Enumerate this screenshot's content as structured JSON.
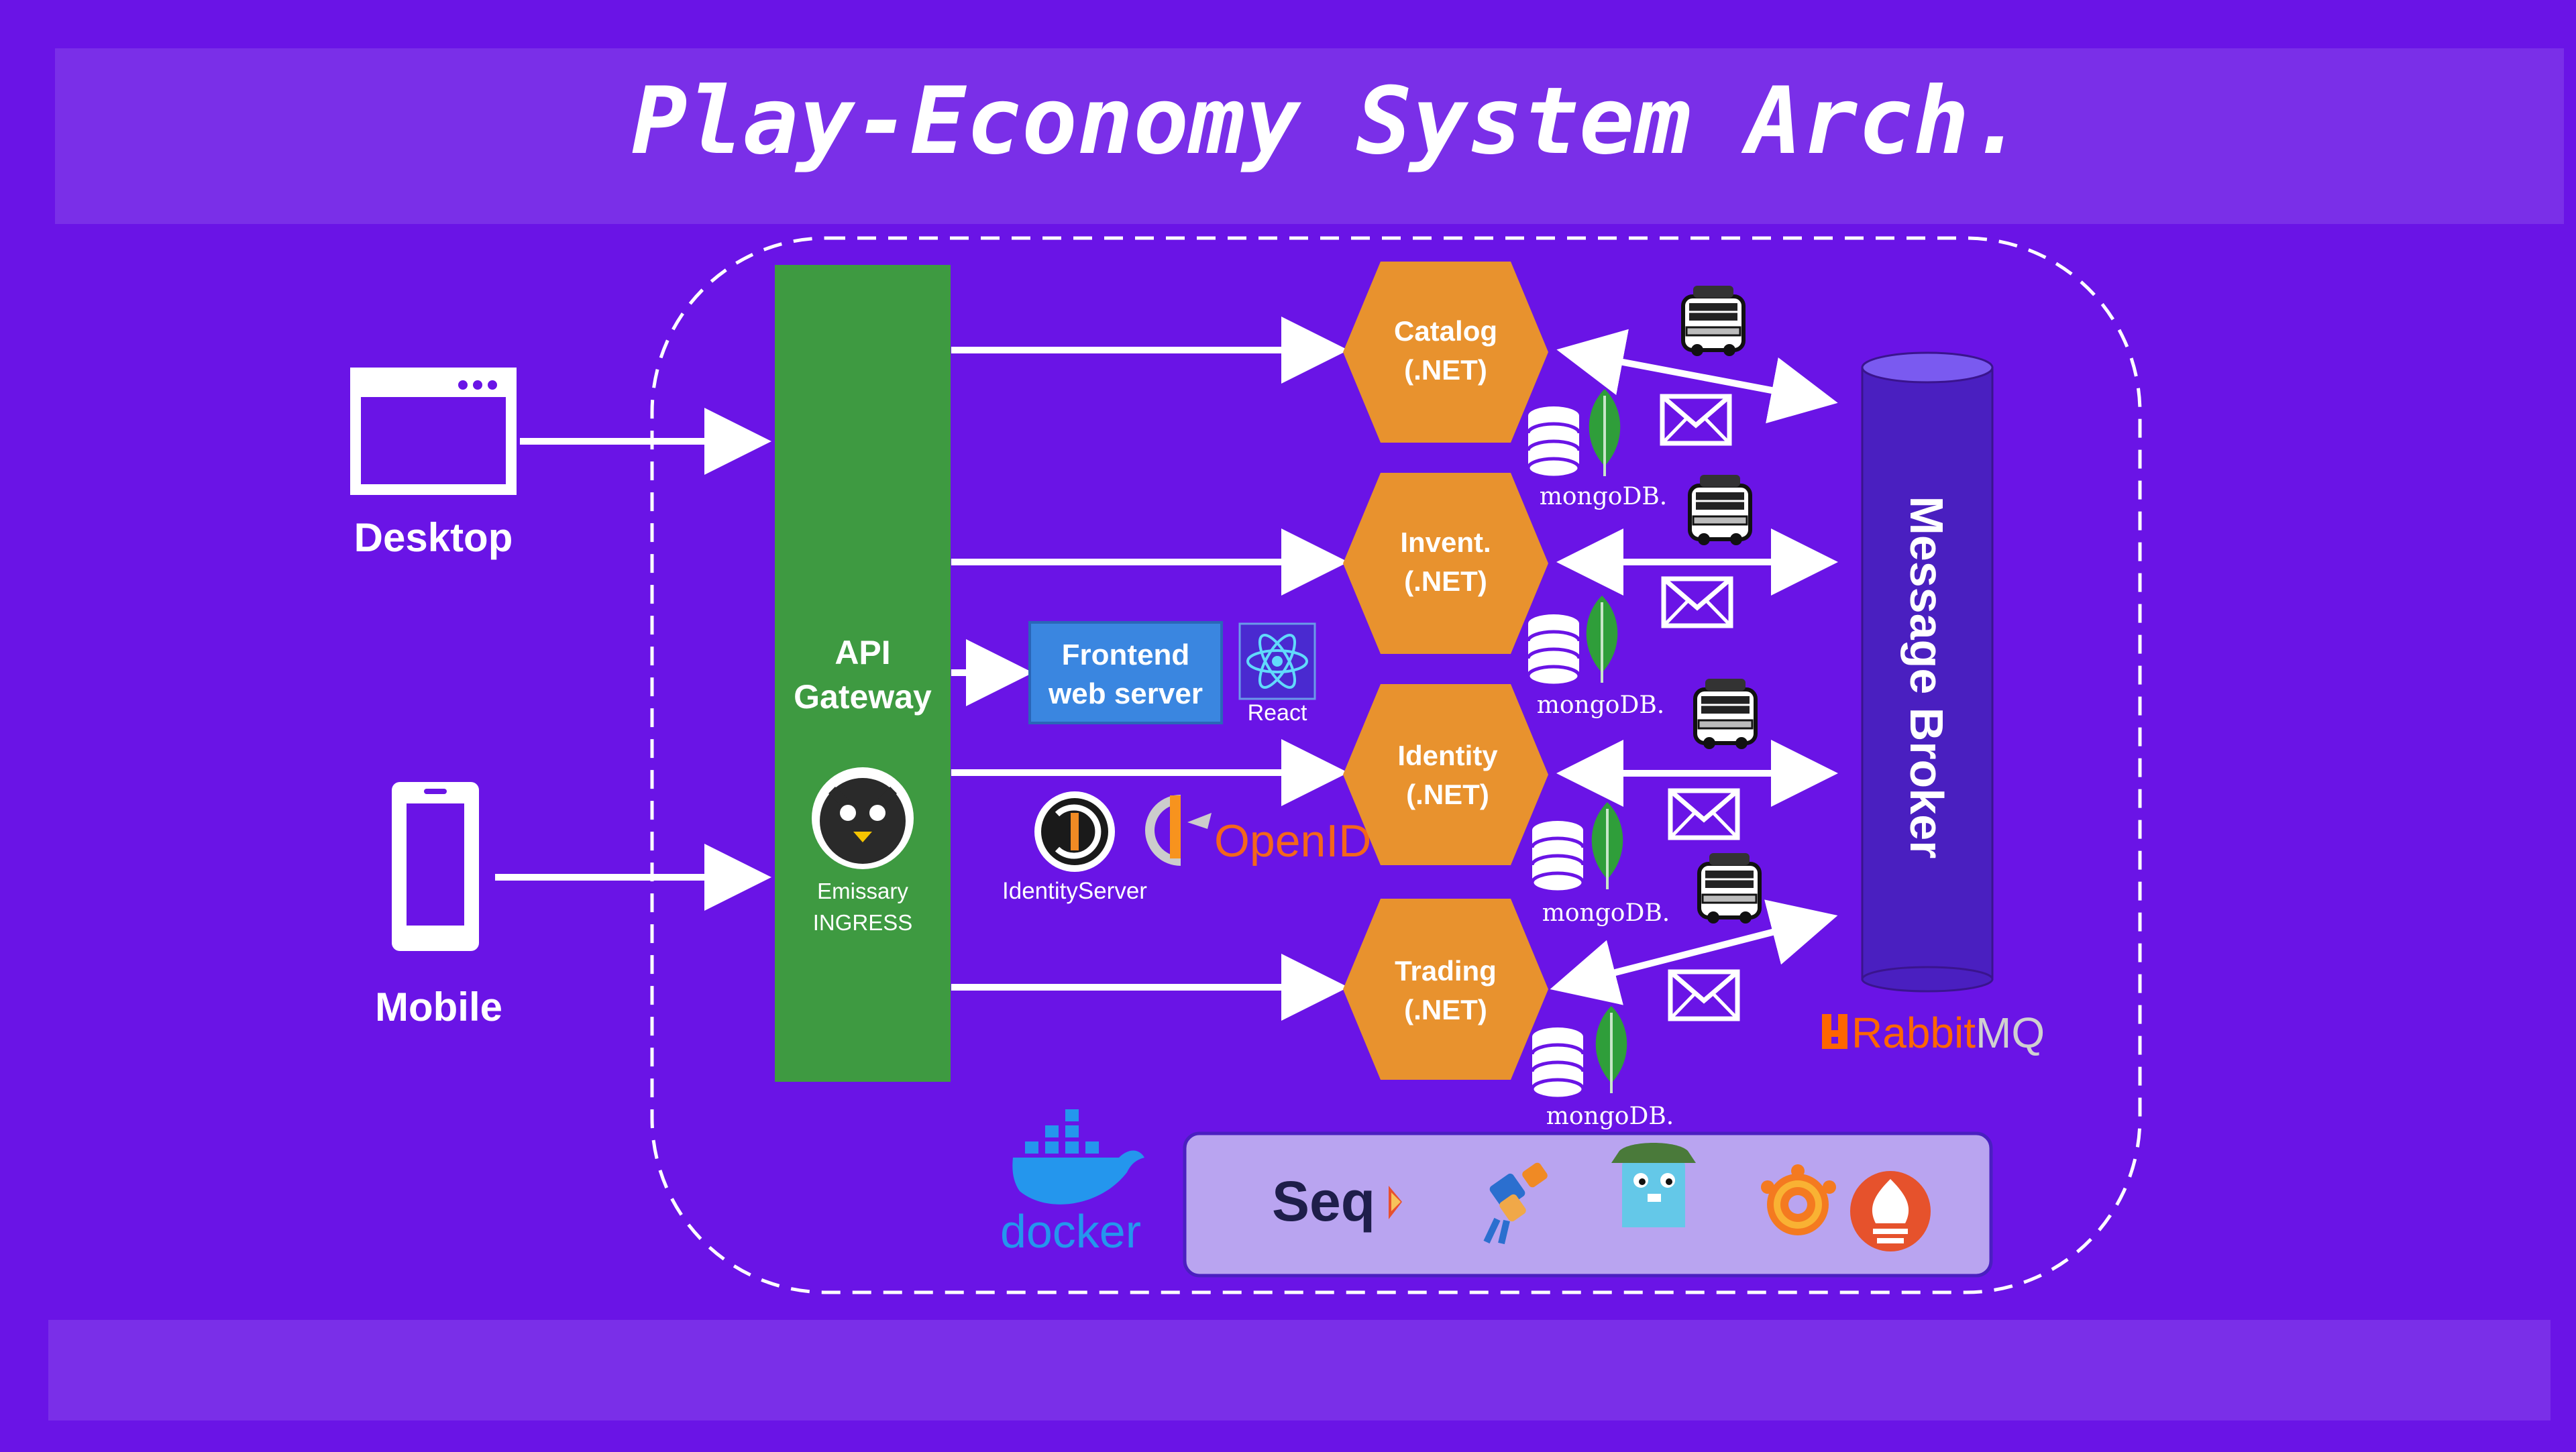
{
  "title": "Play-Economy System Arch.",
  "clients": {
    "desktop_label": "Desktop",
    "mobile_label": "Mobile"
  },
  "gateway": {
    "line1": "API",
    "line2": "Gateway",
    "ingress_line1": "Emissary",
    "ingress_line2": "INGRESS"
  },
  "frontend": {
    "line1": "Frontend",
    "line2": "web server",
    "react_label": "React"
  },
  "identity_provider": {
    "identityserver_label": "IdentityServer",
    "openid_label": "OpenID"
  },
  "services": [
    {
      "name": "Catalog",
      "tech": "(.NET)",
      "db": "mongoDB."
    },
    {
      "name": "Invent.",
      "tech": "(.NET)",
      "db": "mongoDB."
    },
    {
      "name": "Identity",
      "tech": "(.NET)",
      "db": "mongoDB."
    },
    {
      "name": "Trading",
      "tech": "(.NET)",
      "db": "mongoDB."
    }
  ],
  "broker": {
    "label": "Message Broker",
    "rabbit_prefix": "Rabbit",
    "rabbit_suffix": "MQ"
  },
  "tools": {
    "docker_label": "docker",
    "seq_label": "Seq"
  },
  "colors": {
    "background": "#6a14e6",
    "banner": "#7a2fe8",
    "gateway": "#3e9a41",
    "service": "#e8922e",
    "frontend": "#3a86e0",
    "broker": "#4a1fc0",
    "mongo_leaf": "#2f9e3a",
    "rabbitmq": "#ff6600",
    "tools_panel": "#b9a4f0"
  }
}
